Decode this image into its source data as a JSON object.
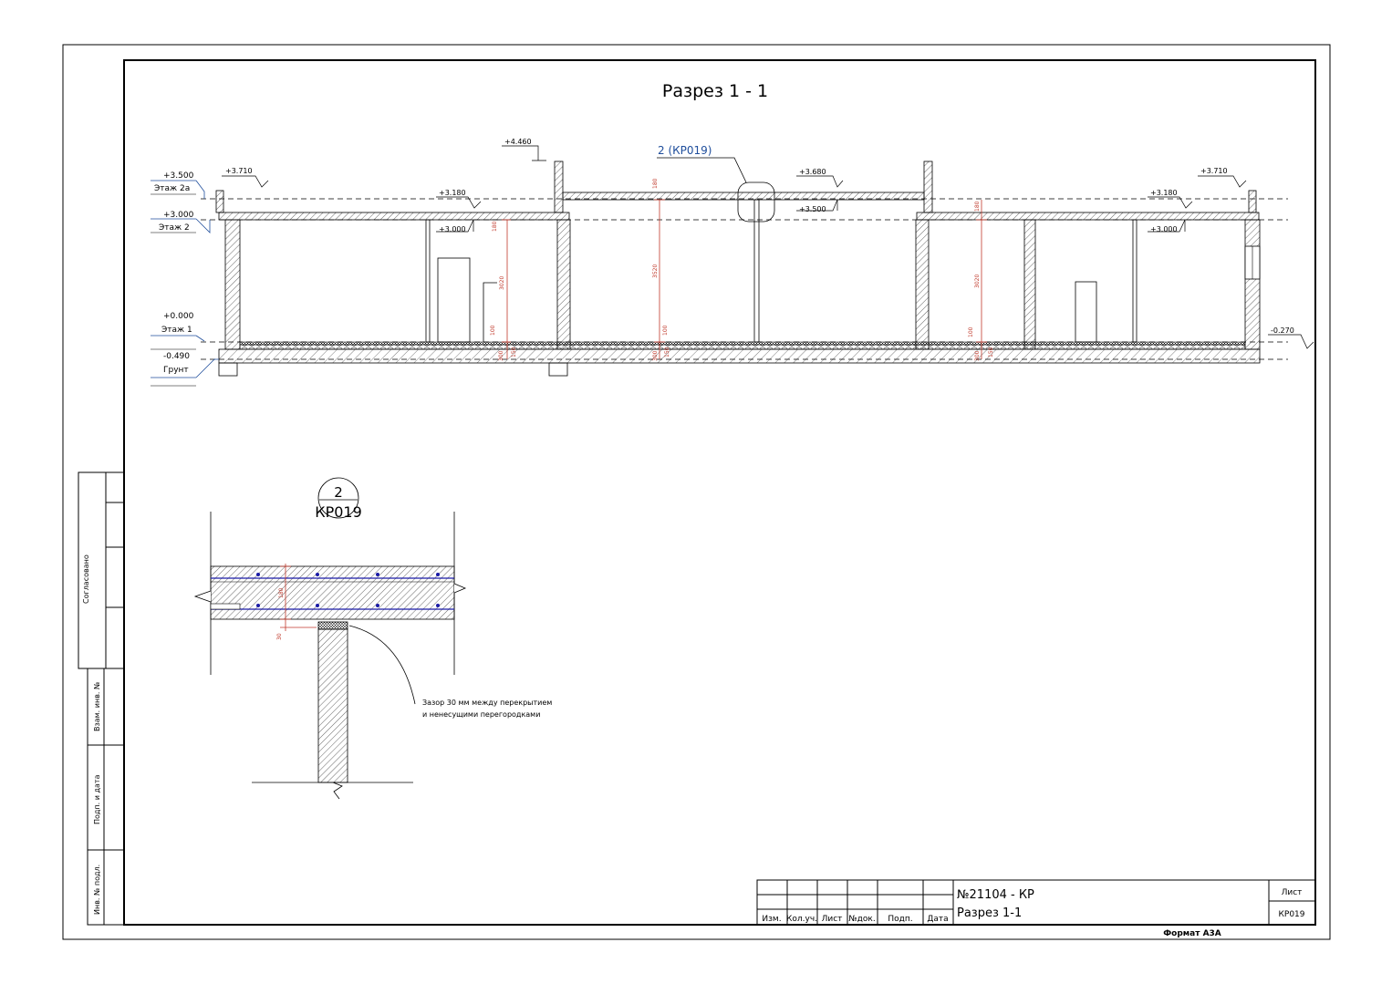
{
  "drawing": {
    "title": "Разрез 1 - 1",
    "callout_label": "2 (КР019)"
  },
  "levels_left": [
    {
      "value": "+3.500",
      "name": "Этаж 2а"
    },
    {
      "value": "+3.000",
      "name": "Этаж 2"
    },
    {
      "value": "+0.000",
      "name": "Этаж 1"
    },
    {
      "value": "-0.490",
      "name": "Грунт"
    }
  ],
  "elevations": {
    "e4460": "+4.460",
    "e3710_left": "+3.710",
    "e3710_right": "+3.710",
    "e3180_left": "+3.180",
    "e3180_right": "+3.180",
    "e3000_left": "+3.000",
    "e3000_right": "+3.000",
    "e3680": "+3.680",
    "e3500": "+3.500",
    "em0270": "-0.270"
  },
  "dimensions": {
    "d180": "180",
    "d3020": "3020",
    "d3520": "3520",
    "d100": "100",
    "d300": "300",
    "d150": "150",
    "d30": "30"
  },
  "detail": {
    "number": "2",
    "sheet": "КР019",
    "note_line1": "Зазор 30 мм между перекрытием",
    "note_line2": "и ненесущими перегородками"
  },
  "side_stamp": {
    "agreed": "Согласовано",
    "vzam": "Взам. инв. №",
    "podp": "Подп. и дата",
    "inv": "Инв. № подл."
  },
  "title_block": {
    "col_izm": "Изм.",
    "col_kol": "Кол.уч.",
    "col_list": "Лист",
    "col_doc": "№док.",
    "col_podp": "Подп.",
    "col_date": "Дата",
    "project": "№21104 - КР",
    "sheet_title": "Разрез 1-1",
    "list_label": "Лист",
    "list_value": "КР019",
    "format": "Формат А3А"
  },
  "colors": {
    "line": "#000000",
    "dimension": "#c0392b",
    "callout": "#1f4e9c",
    "rebar": "#1a1aa6"
  }
}
